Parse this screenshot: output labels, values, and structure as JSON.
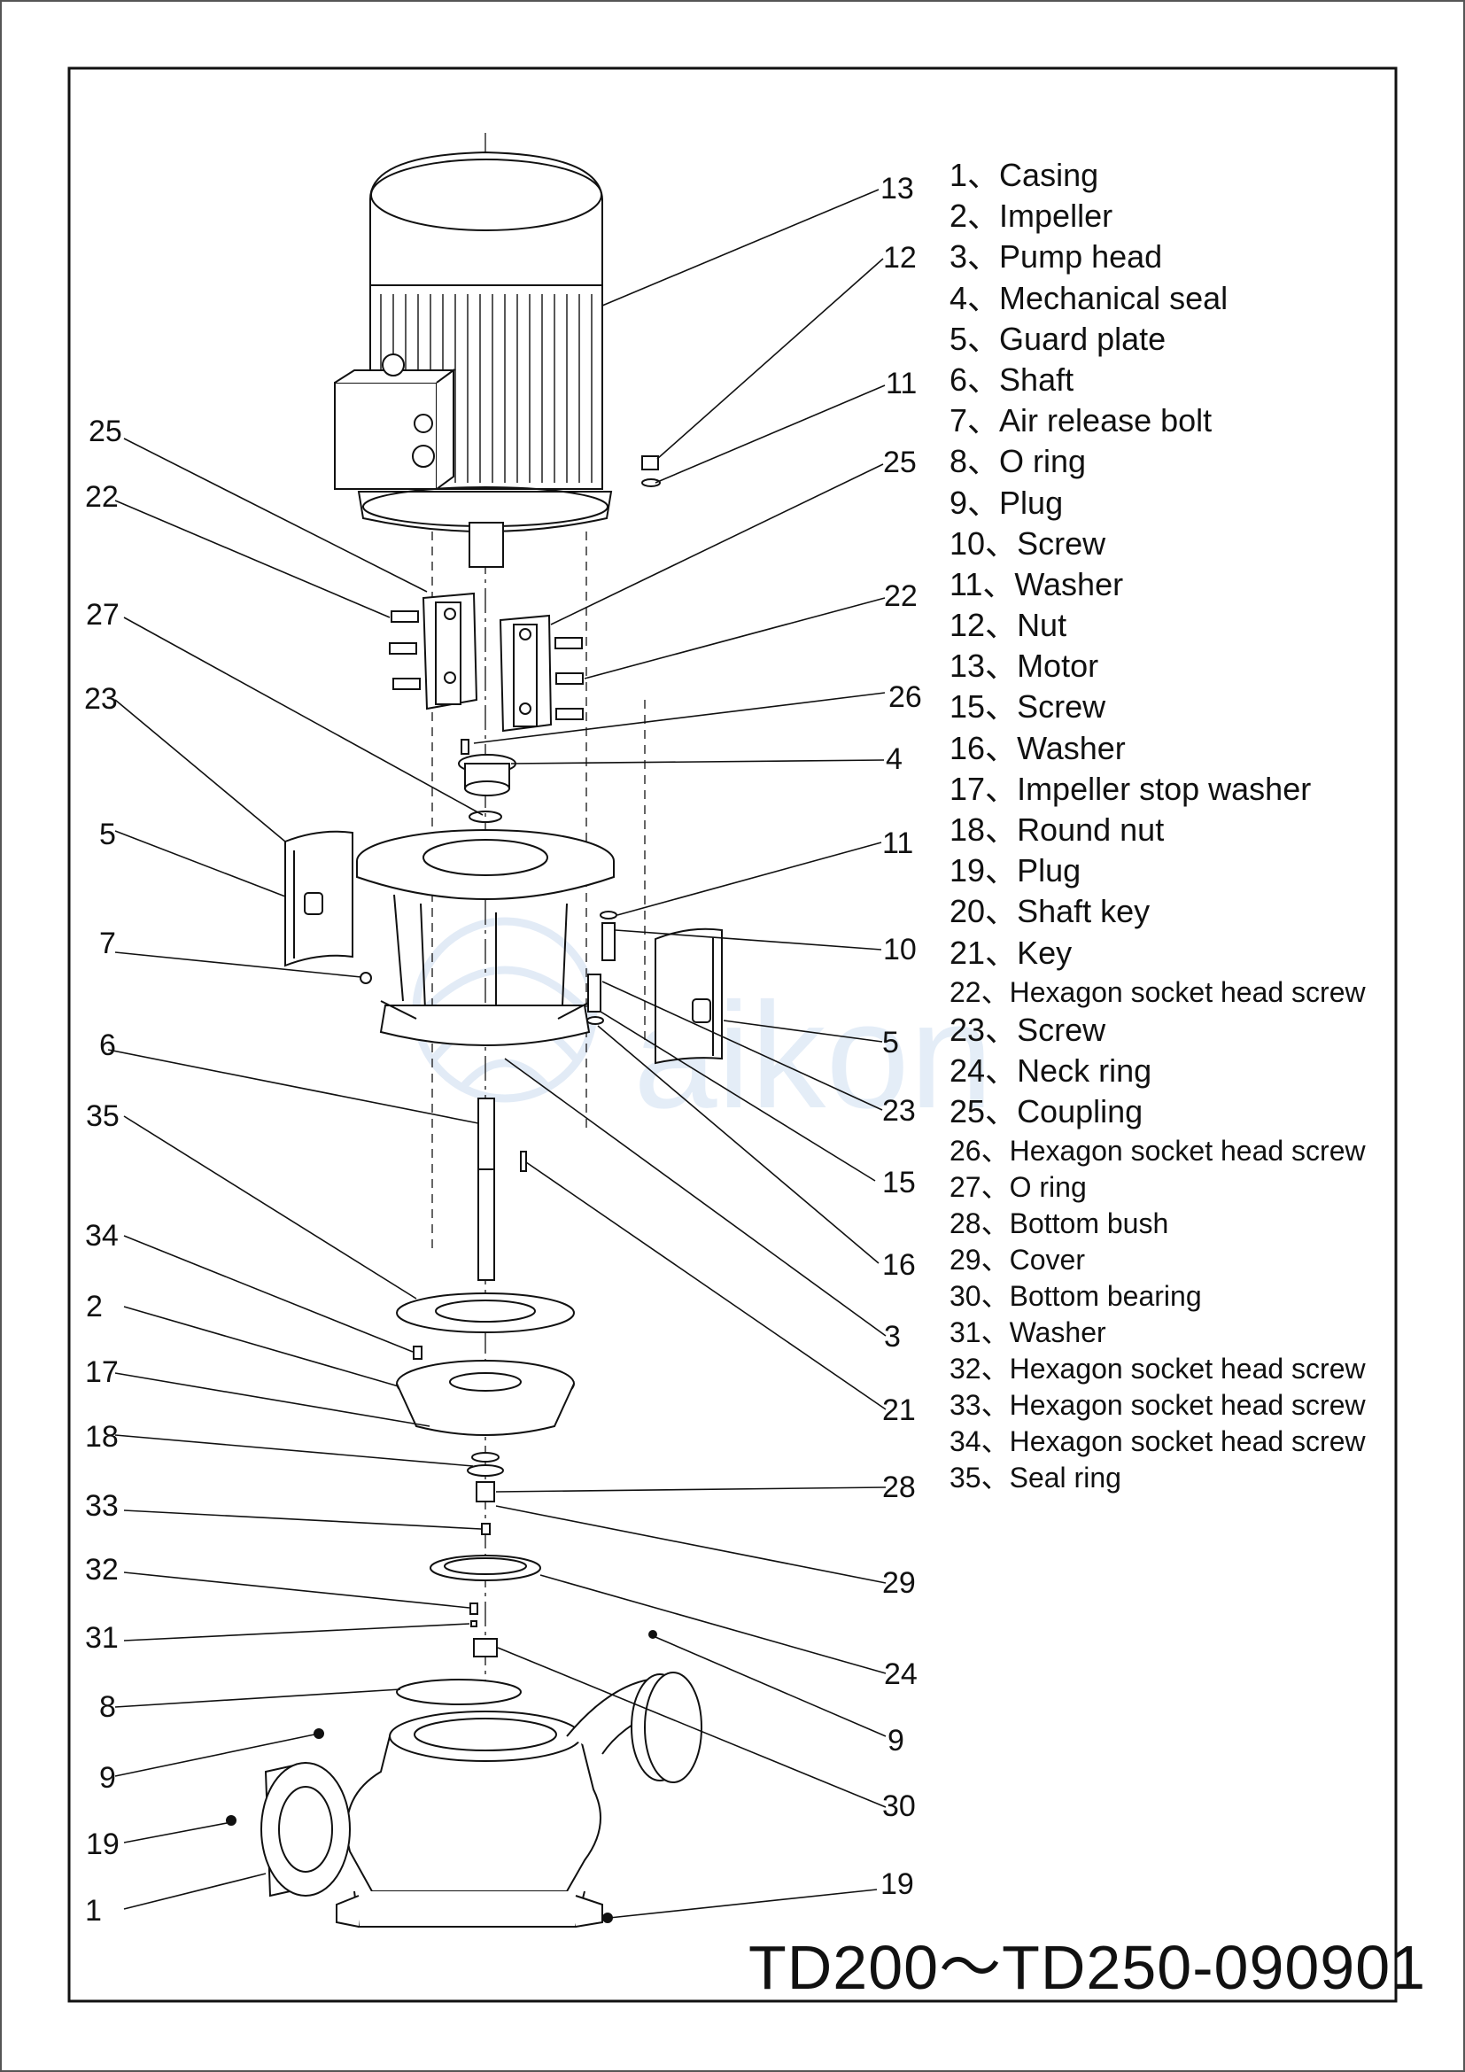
{
  "drawing_number": "TD200～TD250-090901",
  "watermark": "aikon",
  "separator": "、",
  "parts": [
    {
      "no": "1",
      "name": "Casing"
    },
    {
      "no": "2",
      "name": "Impeller"
    },
    {
      "no": "3",
      "name": "Pump head"
    },
    {
      "no": "4",
      "name": "Mechanical seal"
    },
    {
      "no": "5",
      "name": "Guard plate"
    },
    {
      "no": "6",
      "name": "Shaft"
    },
    {
      "no": "7",
      "name": "Air release bolt"
    },
    {
      "no": "8",
      "name": "O ring"
    },
    {
      "no": "9",
      "name": "Plug"
    },
    {
      "no": "10",
      "name": "Screw"
    },
    {
      "no": "11",
      "name": "Washer"
    },
    {
      "no": "12",
      "name": "Nut"
    },
    {
      "no": "13",
      "name": "Motor"
    },
    {
      "no": "15",
      "name": "Screw"
    },
    {
      "no": "16",
      "name": "Washer"
    },
    {
      "no": "17",
      "name": "Impeller stop washer"
    },
    {
      "no": "18",
      "name": "Round nut"
    },
    {
      "no": "19",
      "name": "Plug"
    },
    {
      "no": "20",
      "name": "Shaft key"
    },
    {
      "no": "21",
      "name": "Key"
    },
    {
      "no": "22",
      "name": "Hexagon socket head screw"
    },
    {
      "no": "23",
      "name": "Screw"
    },
    {
      "no": "24",
      "name": "Neck ring"
    },
    {
      "no": "25",
      "name": "Coupling"
    },
    {
      "no": "26",
      "name": "Hexagon socket head screw"
    },
    {
      "no": "27",
      "name": "O ring"
    },
    {
      "no": "28",
      "name": "Bottom bush"
    },
    {
      "no": "29",
      "name": "Cover"
    },
    {
      "no": "30",
      "name": "Bottom bearing"
    },
    {
      "no": "31",
      "name": "Washer"
    },
    {
      "no": "32",
      "name": "Hexagon socket head screw"
    },
    {
      "no": "33",
      "name": "Hexagon socket head screw"
    },
    {
      "no": "34",
      "name": "Hexagon socket head screw"
    },
    {
      "no": "35",
      "name": "Seal ring"
    }
  ],
  "callouts": {
    "c13": "13",
    "c12": "12",
    "c11a": "11",
    "c25a": "25",
    "c22a": "22",
    "c26": "26",
    "c4": "4",
    "c11b": "11",
    "c10": "10",
    "c5b": "5",
    "c23b": "23",
    "c15": "15",
    "c16": "16",
    "c3": "3",
    "c21": "21",
    "c28": "28",
    "c29": "29",
    "c24": "24",
    "c9b": "9",
    "c30": "30",
    "c19b": "19",
    "c25b": "25",
    "c22b": "22",
    "c27": "27",
    "c23a": "23",
    "c5a": "5",
    "c7": "7",
    "c6": "6",
    "c35": "35",
    "c34": "34",
    "c2": "2",
    "c17": "17",
    "c18": "18",
    "c33": "33",
    "c32": "32",
    "c31": "31",
    "c8": "8",
    "c9a": "9",
    "c19a": "19",
    "c1": "1"
  }
}
